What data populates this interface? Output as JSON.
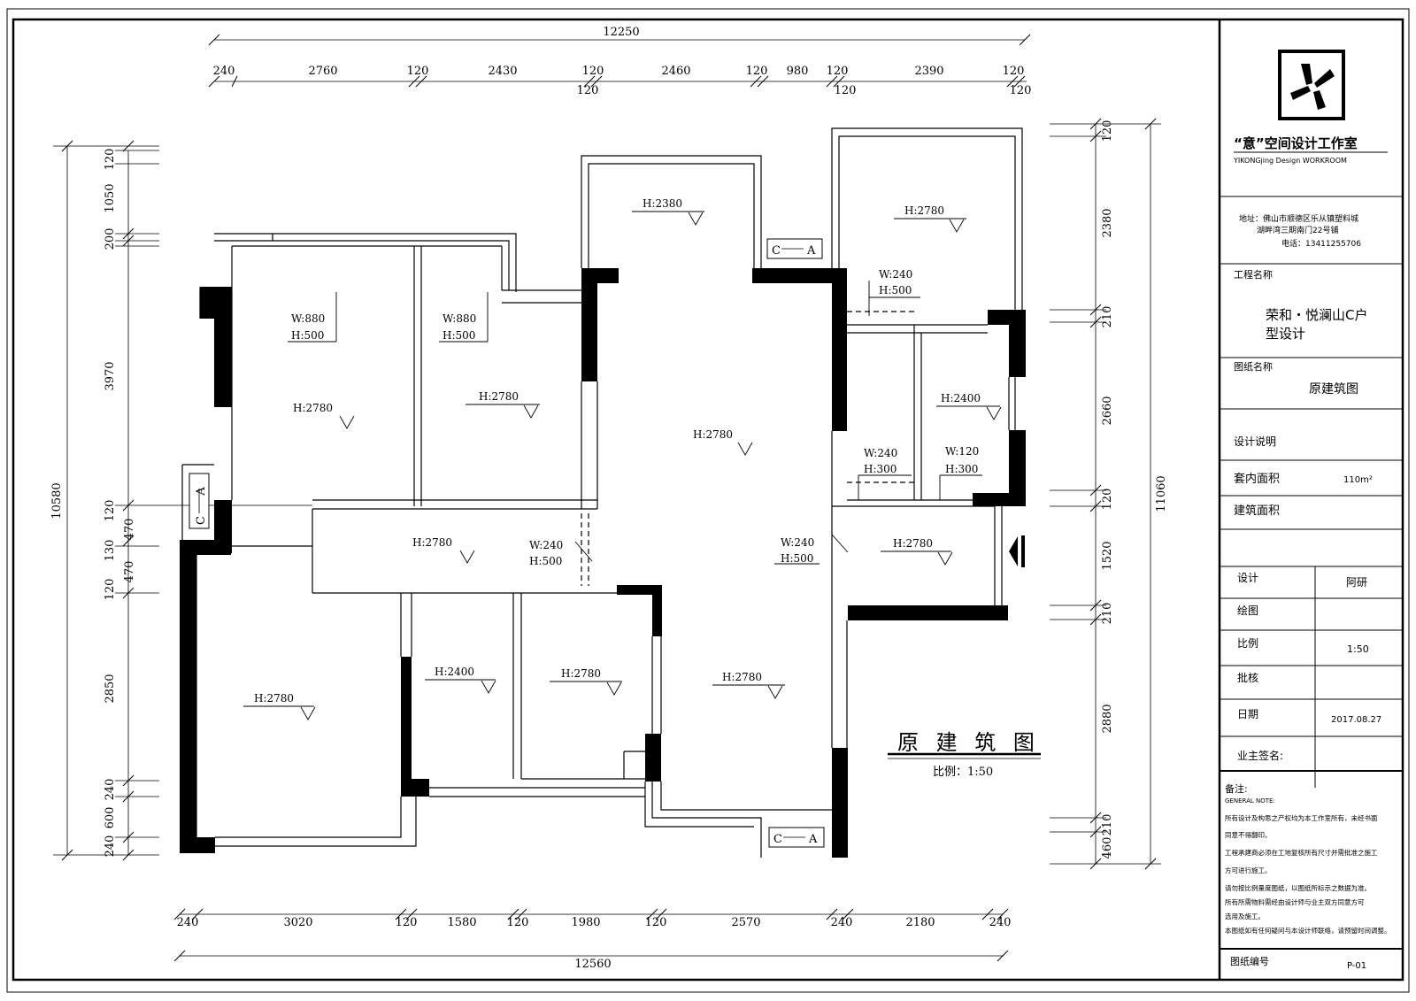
{
  "drawing": {
    "title_text": "原 建 筑 图",
    "scale_text": "比例：1:50"
  },
  "dimensions": {
    "top_total": "12250",
    "top": [
      {
        "v": "240"
      },
      {
        "v": "2760"
      },
      {
        "v": "120"
      },
      {
        "v": "2430"
      },
      {
        "v": "120"
      },
      {
        "v": "120"
      },
      {
        "v": "2460"
      },
      {
        "v": "120"
      },
      {
        "v": "980"
      },
      {
        "v": "120"
      },
      {
        "v": "120"
      },
      {
        "v": "2390"
      },
      {
        "v": "120"
      },
      {
        "v": "120"
      }
    ],
    "bottom_total": "12560",
    "bottom": [
      {
        "v": "240"
      },
      {
        "v": "3020"
      },
      {
        "v": "120"
      },
      {
        "v": "1580"
      },
      {
        "v": "120"
      },
      {
        "v": "1980"
      },
      {
        "v": "120"
      },
      {
        "v": "2570"
      },
      {
        "v": "240"
      },
      {
        "v": "2180"
      },
      {
        "v": "240"
      }
    ],
    "left_total": "10580",
    "left": [
      {
        "v": "120"
      },
      {
        "v": "1050"
      },
      {
        "v": "200"
      },
      {
        "v": "3970"
      },
      {
        "v": "120"
      },
      {
        "v": "470"
      },
      {
        "v": "130"
      },
      {
        "v": "470"
      },
      {
        "v": "120"
      },
      {
        "v": "2850"
      },
      {
        "v": "240"
      },
      {
        "v": "600"
      },
      {
        "v": "240"
      }
    ],
    "right_total": "11060",
    "right": [
      {
        "v": "120"
      },
      {
        "v": "2380"
      },
      {
        "v": "210"
      },
      {
        "v": "2660"
      },
      {
        "v": "120"
      },
      {
        "v": "1520"
      },
      {
        "v": "210"
      },
      {
        "v": "2880"
      },
      {
        "v": "210"
      },
      {
        "v": "460"
      }
    ]
  },
  "annotations": [
    {
      "t": "H:2380"
    },
    {
      "t": "H:2780"
    },
    {
      "t": "W:240"
    },
    {
      "t": "H:500"
    },
    {
      "t": "W:880"
    },
    {
      "t": "H:500"
    },
    {
      "t": "W:880"
    },
    {
      "t": "H:500"
    },
    {
      "t": "H:2780"
    },
    {
      "t": "H:2780"
    },
    {
      "t": "H:2780"
    },
    {
      "t": "H:2400"
    },
    {
      "t": "W:240"
    },
    {
      "t": "H:300"
    },
    {
      "t": "W:120"
    },
    {
      "t": "H:300"
    },
    {
      "t": "H:2780"
    },
    {
      "t": "W:240"
    },
    {
      "t": "H:500"
    },
    {
      "t": "W:240"
    },
    {
      "t": "H:500"
    },
    {
      "t": "H:2780"
    },
    {
      "t": "H:2780"
    },
    {
      "t": "H:2400"
    },
    {
      "t": "H:2780"
    },
    {
      "t": "H:2780"
    }
  ],
  "section_markers": [
    {
      "t": "C",
      "u": "A"
    },
    {
      "t": "C",
      "u": "A"
    },
    {
      "t": "C",
      "u": "A"
    }
  ],
  "title_block": {
    "studio_name": "“意”空间设计工作室",
    "studio_en": "YIKONGjing   Design   WORKROOM",
    "address_line1": "地址：佛山市顺德区乐从镇塑料城",
    "address_line2": "湖畔湾三期南门22号铺",
    "phone": "电话：13411255706",
    "project_label": "工程名称",
    "project_name_line1": "荣和・悦澜山C户",
    "project_name_line2": "型设计",
    "drawing_label": "图纸名称",
    "drawing_name": "原建筑图",
    "design_notes_label": "设计说明",
    "inner_area_label": "套内面积",
    "inner_area_value": "110m²",
    "building_area_label": "建筑面积",
    "designer_label": "设计",
    "designer_value": "阿研",
    "drafter_label": "绘图",
    "scale_label": "比例",
    "scale_value": "1:50",
    "approval_label": "批核",
    "date_label": "日期",
    "date_value": "2017.08.27",
    "owner_sign_label": "业主签名:",
    "notes_label": "备注:",
    "notes_en": "GENERAL NOTE:",
    "notes": [
      "所有设计及构思之产权均为本工作室所有，未经书面",
      "同意不得翻印。",
      "工程承建商必须在工地复核所有尺寸并需批准之施工",
      "方可进行施工。",
      "请勿按比例量度图纸，以图纸所标示之数据为准。",
      "所有所需物料需经由设计师与业主双方同意方可",
      "选用及施工。",
      "本图纸如有任何疑问与本设计师联络，请预留时间调整。"
    ],
    "sheet_no_label": "图纸编号",
    "sheet_no_value": "P-01"
  }
}
